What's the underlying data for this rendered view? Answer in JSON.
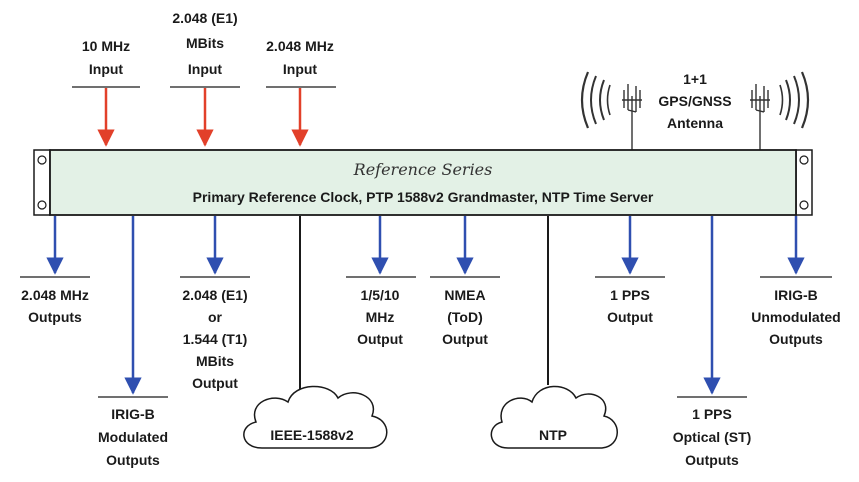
{
  "colors": {
    "input_arrow": "#e2402a",
    "output_arrow": "#2f4fb0",
    "panel_fill": "#e3f1e6",
    "panel_stroke": "#1a1a1a",
    "line": "#1a1a1a"
  },
  "device": {
    "series": "Reference Series",
    "subtitle": "Primary Reference Clock, PTP 1588v2 Grandmaster, NTP Time Server"
  },
  "inputs": [
    {
      "lines": [
        "10 MHz",
        "Input"
      ]
    },
    {
      "lines": [
        "2.048 (E1)",
        "MBits",
        "Input"
      ]
    },
    {
      "lines": [
        "2.048 MHz",
        "Input"
      ]
    }
  ],
  "antenna": {
    "lines": [
      "1+1",
      "GPS/GNSS",
      "Antenna"
    ]
  },
  "outputs": [
    {
      "lines": [
        "2.048 MHz",
        "Outputs"
      ]
    },
    {
      "lines": [
        "IRIG-B",
        "Modulated",
        "Outputs"
      ]
    },
    {
      "lines": [
        "2.048 (E1)",
        "or",
        "1.544 (T1)",
        "MBits",
        "Output"
      ]
    },
    {
      "lines": [
        "1/5/10",
        "MHz",
        "Output"
      ]
    },
    {
      "lines": [
        "NMEA",
        "(ToD)",
        "Output"
      ]
    },
    {
      "lines": [
        "1 PPS",
        "Output"
      ]
    },
    {
      "lines": [
        "1 PPS",
        "Optical (ST)",
        "Outputs"
      ]
    },
    {
      "lines": [
        "IRIG-B",
        "Unmodulated",
        "Outputs"
      ]
    }
  ],
  "networks": [
    {
      "label": "IEEE-1588v2"
    },
    {
      "label": "NTP"
    }
  ]
}
